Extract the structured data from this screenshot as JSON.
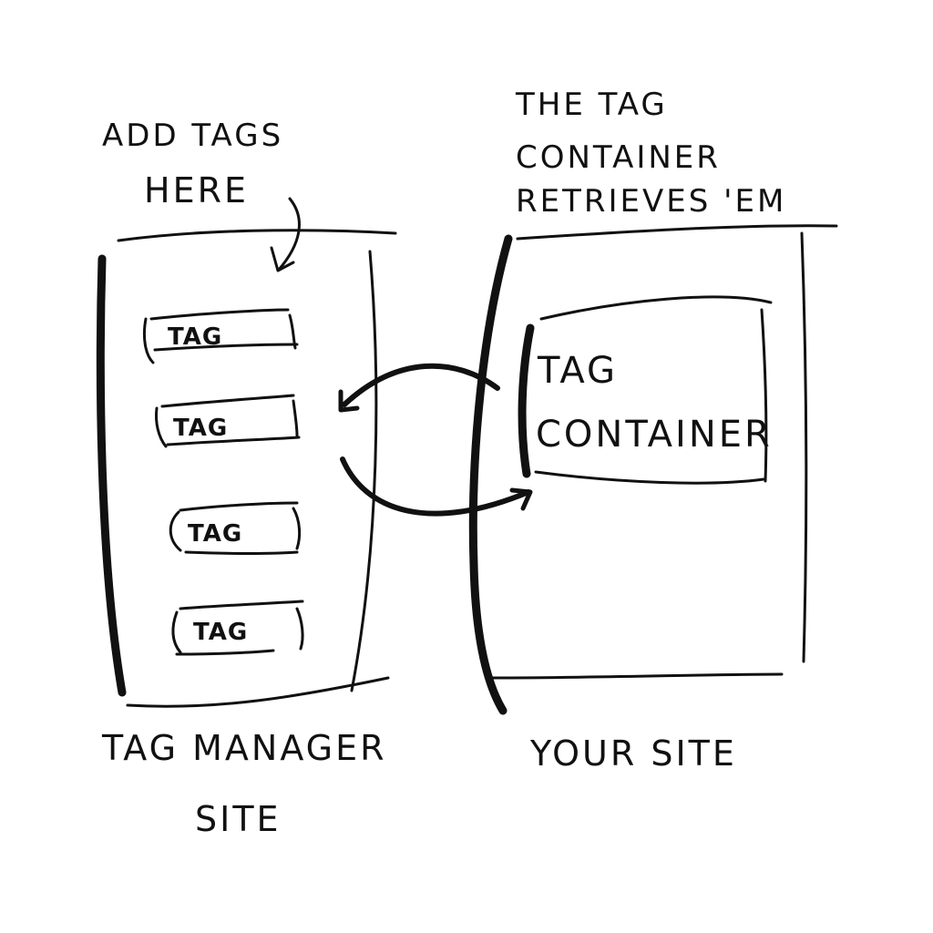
{
  "notes": {
    "add_tags": "ADD TAGS",
    "add_tags_line2": "HERE",
    "retrieves_line1": "THE TAG",
    "retrieves_line2": "CONTAINER",
    "retrieves_line3": "RETRIEVES 'EM"
  },
  "tag_manager": {
    "tags": [
      "TAG",
      "TAG",
      "TAG",
      "TAG"
    ],
    "label_line1": "TAG MANAGER",
    "label_line2": "SITE"
  },
  "your_site": {
    "container_line1": "TAG",
    "container_line2": "CONTAINER",
    "label": "YOUR SITE"
  }
}
